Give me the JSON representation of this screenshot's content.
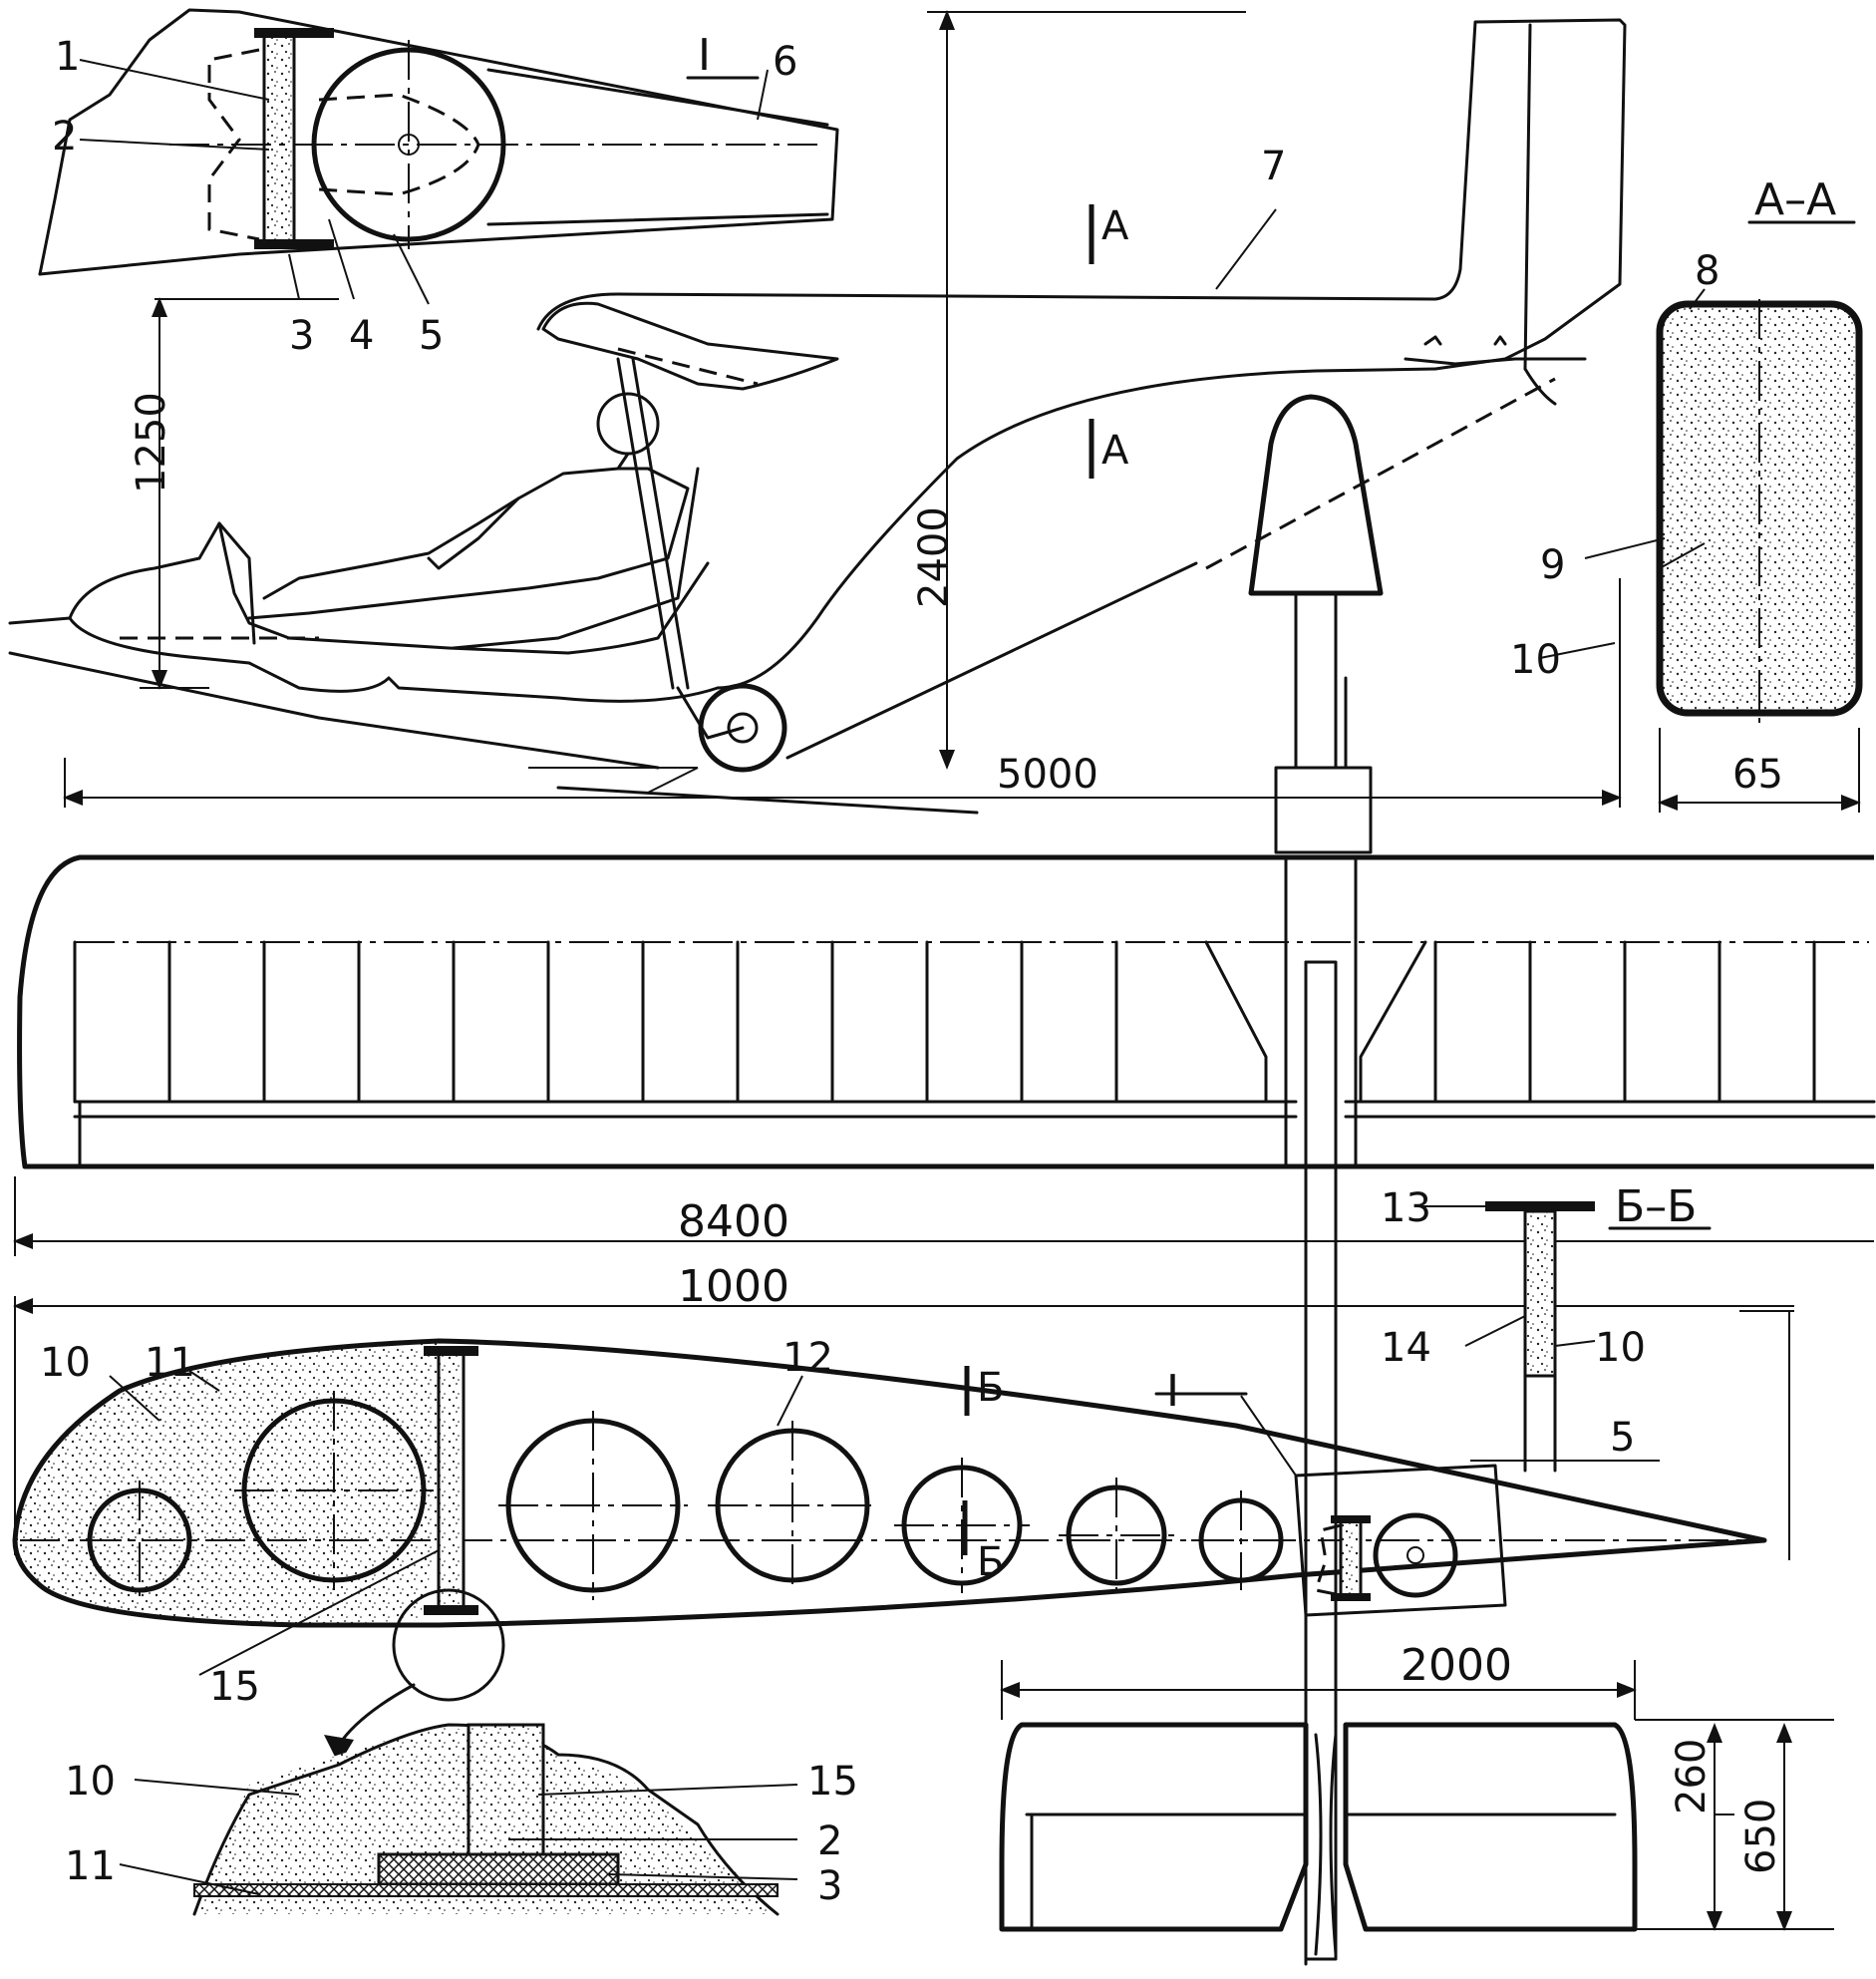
{
  "section_titles": {
    "detail_I": "I",
    "aa": "А–А",
    "bb": "Б–Б",
    "detail_I_marker": "I"
  },
  "section_marks": {
    "a_top": "А",
    "a_bottom": "А",
    "b_top": "Б",
    "b_bottom": "Б"
  },
  "dimensions": {
    "height_cockpit": "1250",
    "height_total": "2400",
    "length": "5000",
    "section_width": "65",
    "wingspan": "8400",
    "chord": "1000",
    "rib_thickness": "5",
    "stab_span": "2000",
    "elevator_chord": "260",
    "stab_chord": "650"
  },
  "callouts": {
    "n1": "1",
    "n2": "2",
    "n3": "3",
    "n4": "4",
    "n5": "5",
    "n6": "6",
    "n7": "7",
    "n8": "8",
    "n9": "9",
    "n10": "10",
    "n10b": "10",
    "n11": "11",
    "n12": "12",
    "n13": "13",
    "n14": "14",
    "n10c": "10",
    "n15": "15",
    "n10d": "10",
    "n15b": "15",
    "n2b": "2",
    "n3b": "3",
    "n11b": "11"
  }
}
